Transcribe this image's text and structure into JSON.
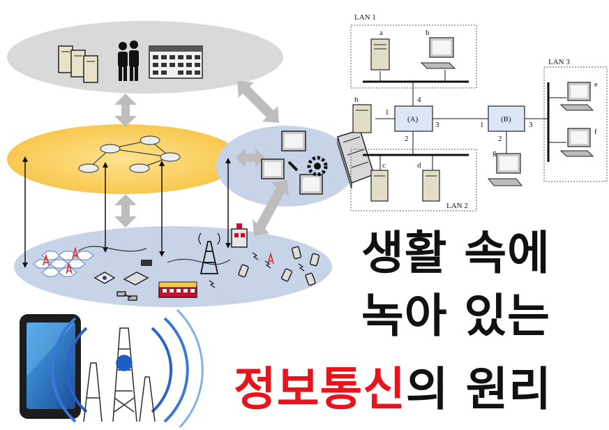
{
  "colors": {
    "top_cloud": "#d9d9d9",
    "middle_cloud": "#fbd06a",
    "bottom_cloud": "#c7d3e6",
    "title_text": "#111111",
    "title_highlight": "#e8141b"
  },
  "lan": {
    "lan1_label": "LAN 1",
    "lan2_label": "LAN 2",
    "lan3_label": "LAN 3",
    "bridge_a_label": "(A)",
    "bridge_b_label": "(B)",
    "hosts": {
      "a": "a",
      "b": "b",
      "c": "c",
      "d": "d",
      "e": "e",
      "f": "f",
      "g": "g",
      "h": "h"
    },
    "ports": {
      "a1": "1",
      "a2": "2",
      "a3": "3",
      "a4": "4",
      "b1": "1",
      "b2": "2",
      "b3": "3"
    }
  },
  "title": {
    "line1": "생활 속에",
    "line2": "녹아 있는",
    "line3_highlight": "정보통신",
    "line3_rest": "의 원리"
  },
  "icons": {
    "servers": "server-stack-icon",
    "people": "people-icon",
    "building": "office-building-icon",
    "network_nodes": "network-node-icon",
    "monitors_gear": "management-console-icon",
    "cell_tower": "cell-tower-icon",
    "smartphone": "smartphone-icon",
    "antenna": "antenna-tower-icon"
  }
}
